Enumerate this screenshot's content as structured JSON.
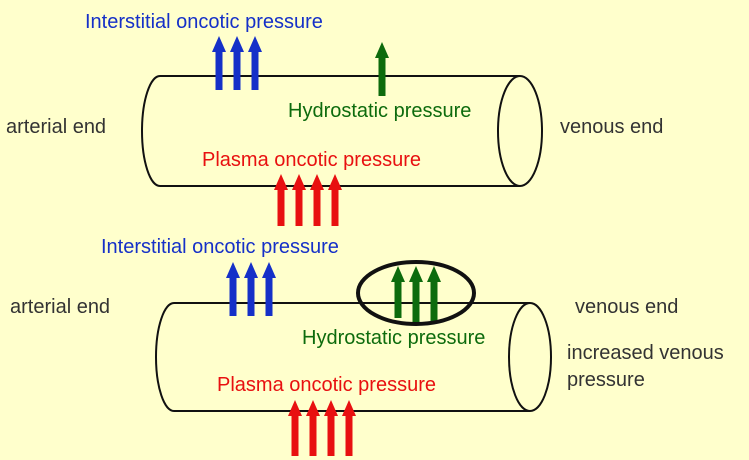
{
  "colors": {
    "background": "#FFFFCC",
    "interstitial": "#1530C8",
    "plasma": "#E81010",
    "hydrostatic": "#0D6B0D",
    "neutral": "#333333",
    "outline": "#111111"
  },
  "diagrams": [
    {
      "interstitial_label": "Interstitial oncotic pressure",
      "hydrostatic_label": "Hydrostatic pressure",
      "plasma_label": "Plasma oncotic pressure",
      "arterial_label": "arterial end",
      "venous_label": "venous end",
      "interstitial_arrows": 3,
      "hydrostatic_arrows": 1,
      "plasma_arrows": 4
    },
    {
      "interstitial_label": "Interstitial oncotic pressure",
      "hydrostatic_label": "Hydrostatic pressure",
      "plasma_label": "Plasma oncotic pressure",
      "arterial_label": "arterial end",
      "venous_label": "venous end",
      "note_line1": "increased venous",
      "note_line2": "pressure",
      "interstitial_arrows": 3,
      "hydrostatic_arrows": 3,
      "plasma_arrows": 4,
      "hydrostatic_highlighted": true
    }
  ]
}
